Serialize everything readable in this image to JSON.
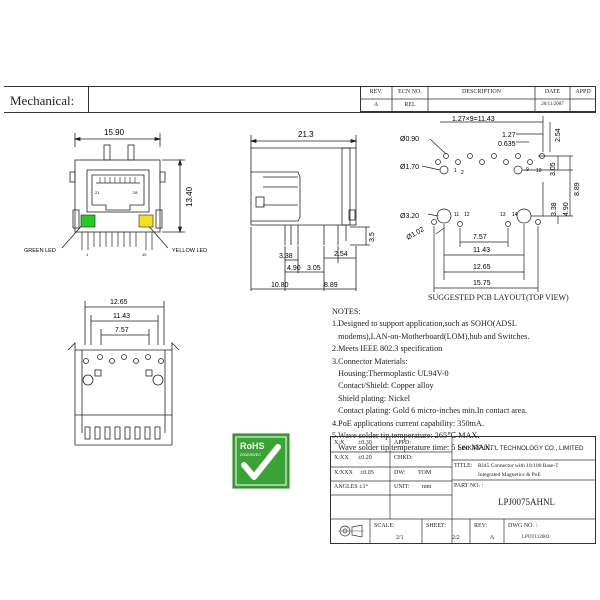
{
  "header": {
    "title": "Mechanical:"
  },
  "revision_table": {
    "headers": [
      "REV.",
      "ECN NO.",
      "DESCRIPTION",
      "DATE",
      "APPD"
    ],
    "row": [
      "A",
      "REL",
      "",
      "20/11/2007",
      ""
    ]
  },
  "front_view": {
    "width_dim": "15.90",
    "height_dim": "13.40",
    "pin_labels": [
      "21",
      "28",
      "1",
      "10"
    ],
    "green_led": "GREEN LED",
    "yellow_led": "YELLOW LED",
    "led_colors": {
      "green": "#22cc22",
      "yellow": "#f0e020"
    }
  },
  "side_view": {
    "top_dim": "21.3",
    "dims": [
      "3.5",
      "3.38",
      "4.90",
      "3.05",
      "2.54",
      "10.80",
      "8.89"
    ]
  },
  "pcb_layout": {
    "caption": "SUGGESTED PCB LAYOUT(TOP VIEW)",
    "dims": {
      "pitch": "1.27×9=11.43",
      "d090": "Ø0.90",
      "d127": "1.27",
      "d0635": "0.635",
      "d254": "2.54",
      "d170": "Ø1.70",
      "d305": "3.05",
      "d889": "8.89",
      "d320": "Ø3.20",
      "d102": "Ø1.02",
      "d338": "3.38",
      "d490": "4.90",
      "d757": "7.57",
      "d1143": "11.43",
      "d1265": "12.65",
      "d1575": "15.75"
    },
    "pin_numbers": [
      "1",
      "2",
      "9",
      "10",
      "11",
      "12",
      "13",
      "14"
    ]
  },
  "bottom_view": {
    "dims": [
      "12.65",
      "11.43",
      "7.57"
    ]
  },
  "notes": {
    "heading": "NOTES:",
    "lines": [
      "1.Designed to support application,such as SOHO(ADSL",
      "   modems),LAN-on-Motherboard(LOM),hub and Switches.",
      "2.Meets IEEE 802.3 specification",
      "3.Connector Materials:",
      "   Housing:Thermoplastic UL94V-0",
      "   Contact/Shield: Copper alloy",
      "   Shield plating: Nickel",
      "   Contact plating: Gold 6 micro-inches min.In contact area.",
      "4.PoE applications current capability: 350mA.",
      "5.Wave solder tip temperature: 265℃ MAX.",
      "   Wave solder tip temperature time: 5 Sec MAX."
    ]
  },
  "rohs": {
    "label": "RoHS",
    "sub": "2002/95/EC",
    "color": "#3aa335"
  },
  "title_block": {
    "tol1": "X:X",
    "tol1v": "±0.30",
    "tol2": "X:XX",
    "tol2v": "±0.20",
    "tol3": "X:XXX",
    "tol3v": "±0.05",
    "angles": "ANGLES ±1°",
    "appd": "APPD:",
    "chkd": "CHKD:",
    "dw": "DW:",
    "dw_name": "TOM",
    "unit": "UNIT:",
    "unit_v": "mm",
    "company": "LINK-PP INT'L TECHNOLOGY CO., LIMITED",
    "title_label": "TITLE:",
    "title_text1": "RJ45 Connector with 10/100 Base-T",
    "title_text2": "Integrated Magnetics & PoE",
    "part_label": "PART NO. :",
    "part_no": "LPJ0075AHNL",
    "scale": "SCALE:",
    "scale_v": "2/1",
    "sheet": "SHEET:",
    "sheet_v": "2/2",
    "rev": "REV:",
    "rev_v": "A",
    "dwg": "DWG NO. :",
    "dwg_v": "LPOT112002"
  }
}
